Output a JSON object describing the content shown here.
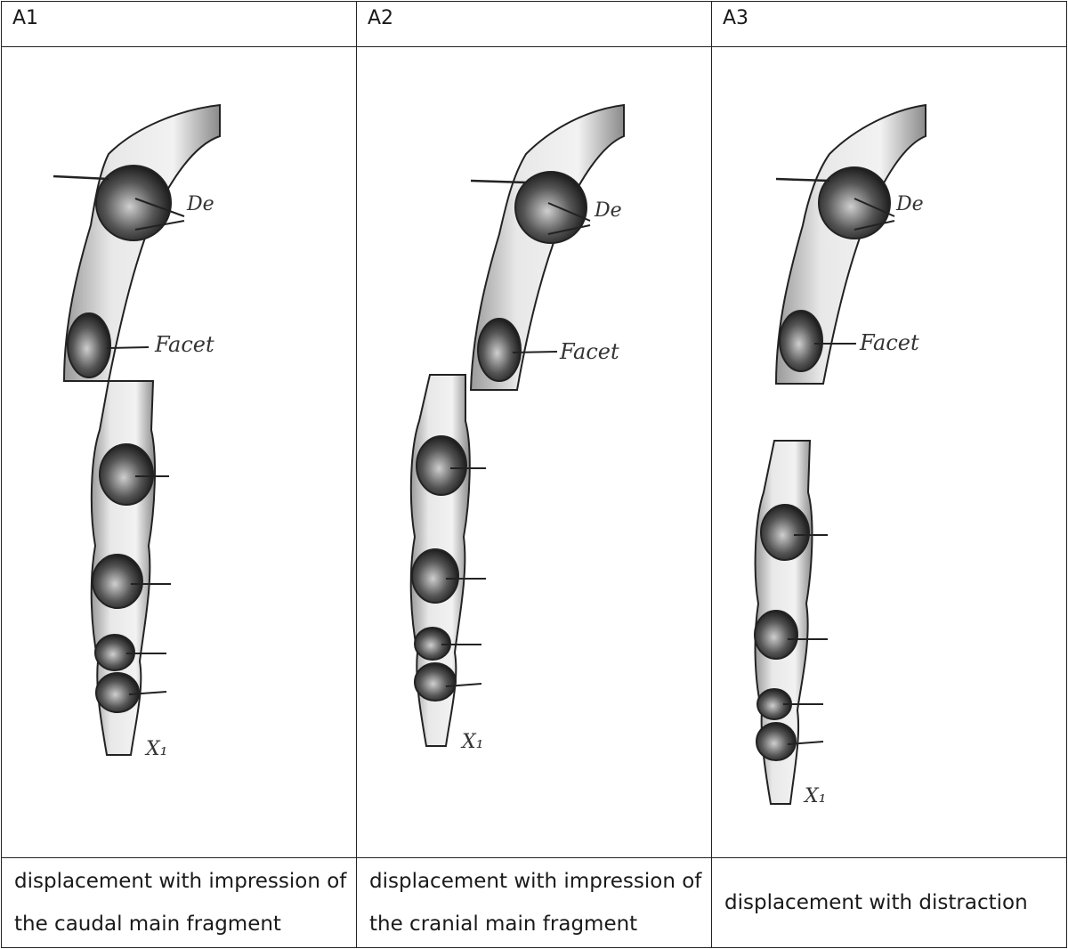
{
  "headers": [
    "A1",
    "A2",
    "A3"
  ],
  "captions": [
    "displacement with impression of the caudal main fragment",
    "displacement with impression of the cranial main fragment",
    "displacement with distraction"
  ],
  "figure_labels": {
    "a1": {
      "upper": "De",
      "facet": "Facet",
      "bottom": "X₁"
    },
    "a2": {
      "upper": "De",
      "facet": "Facet",
      "bottom": "X₁"
    },
    "a3": {
      "upper": "De",
      "facet": "Facet",
      "bottom": "X₁"
    }
  }
}
